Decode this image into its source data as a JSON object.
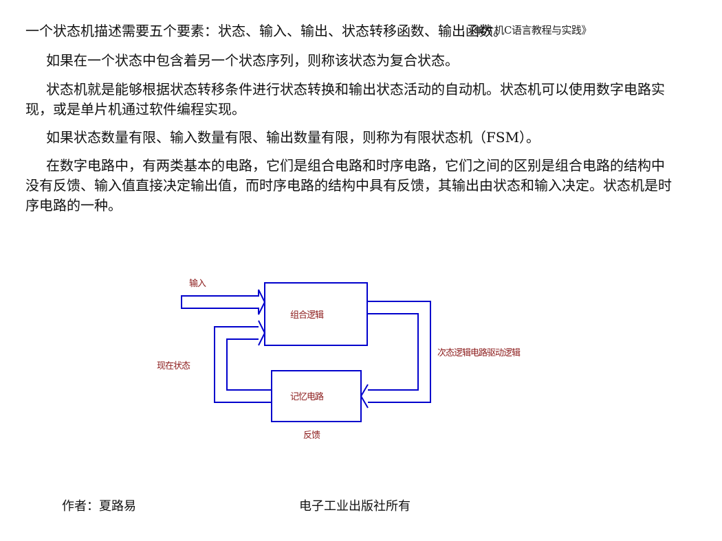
{
  "header": {
    "book_note": "《单片机C语言教程与实践》"
  },
  "paragraphs": [
    "一个状态机描述需要五个要素：状态、输入、输出、状态转移函数、输出函数。",
    "如果在一个状态中包含着另一个状态序列，则称该状态为复合状态。",
    "状态机就是能够根据状态转移条件进行状态转换和输出状态活动的自动机。状态机可以使用数字电路实现，或是单片机通过软件编程实现。",
    "如果状态数量有限、输入数量有限、输出数量有限，则称为有限状态机（FSM）。",
    "在数字电路中，有两类基本的电路，它们是组合电路和时序电路，它们之间的区别是组合电路的结构中没有反馈、输入值直接决定输出值，而时序电路的结构中具有反馈，其输出由状态和输入决定。状态机是时序电路的一种。"
  ],
  "diagram": {
    "input_label": "输入",
    "combinational_label": "组合逻辑",
    "next_state_label": "次态逻辑电路驱动逻辑",
    "current_state_label": "现在状态",
    "memory_label": "记忆电路",
    "feedback_label": "反馈",
    "line_color": "#0000cc",
    "label_color": "#8b1a1a"
  },
  "footer": {
    "author": "作者：夏路易",
    "publisher": "电子工业出版社所有"
  }
}
